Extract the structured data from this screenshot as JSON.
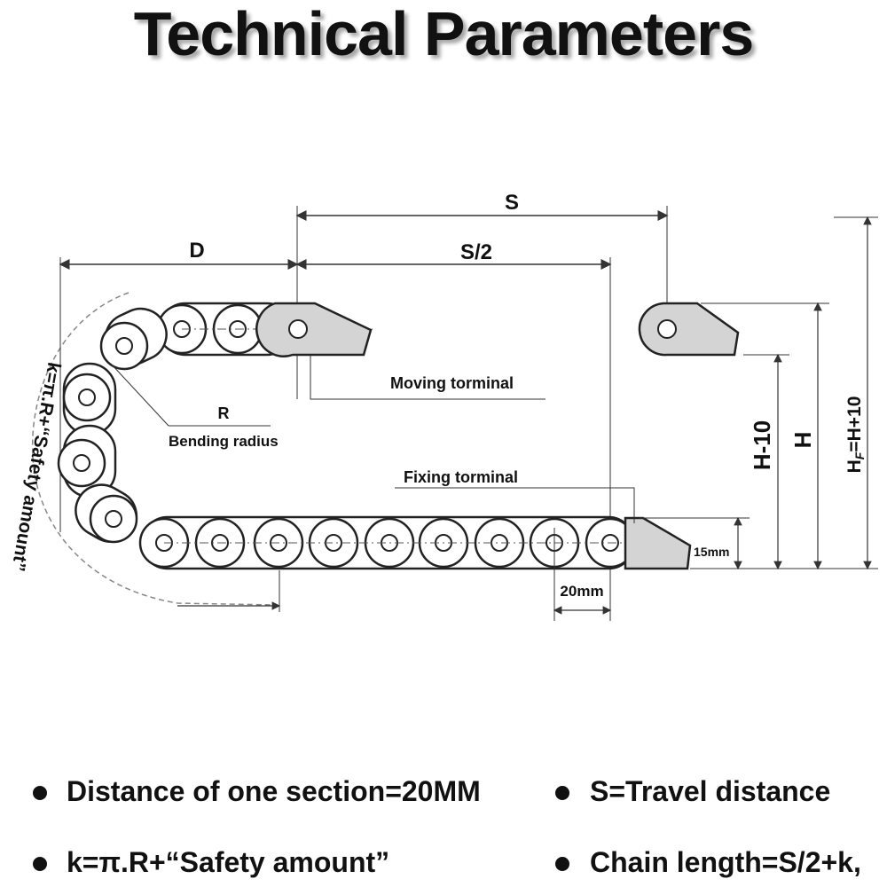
{
  "title": "Technical Parameters",
  "diagram": {
    "label_s": "S",
    "label_s_half": "S/2",
    "label_d": "D",
    "label_moving_terminal": "Moving torminal",
    "label_fixing_terminal": "Fixing torminal",
    "label_r": "R",
    "label_bending_radius": "Bending radius",
    "label_k_formula": "k=π.R+“Safety amount”",
    "label_h_minus_10": "H-10",
    "label_h": "H",
    "label_hf": "H",
    "label_hf_sub": "F",
    "label_hf_rest": "=H+10",
    "label_15mm": "15mm",
    "label_20mm": "20mm"
  },
  "bullets": [
    {
      "text": "Distance of one section=20MM"
    },
    {
      "text": "S=Travel distance"
    },
    {
      "text": "k=π.R+“Safety amount”"
    },
    {
      "text": "Chain length=S/2+k,"
    }
  ],
  "colors": {
    "line": "#222222",
    "terminal_fill": "#d4d4d4",
    "link_fill": "#ffffff",
    "dim_line": "#444444"
  }
}
